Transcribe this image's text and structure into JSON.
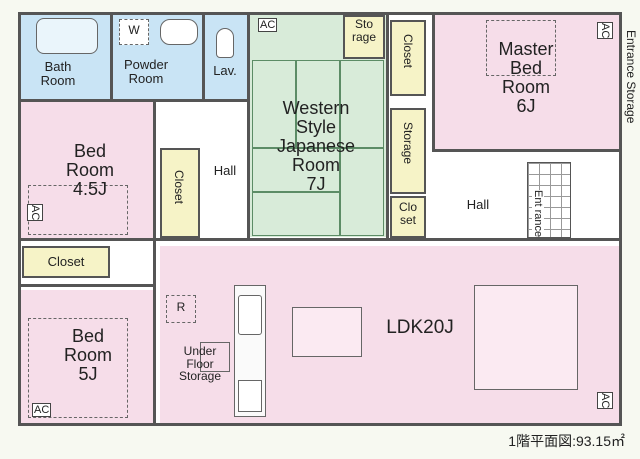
{
  "plan": {
    "rooms": {
      "bath": "Bath\nRoom",
      "powder": "Powder\nRoom",
      "lav": "Lav.",
      "washer": "W",
      "western_japanese": "Western\nStyle\nJapanese\nRoom\n7J",
      "storage_top": "Sto\nrage",
      "closet_top": "Closet",
      "master": "Master\nBed\nRoom\n6J",
      "entrance_storage": "Entrance Storage",
      "bed_45": "Bed\nRoom\n4.5J",
      "closet_mid": "Closet",
      "hall_left": "Hall",
      "storage_mid": "Storage",
      "closet_small": "Clo\nset",
      "hall_right": "Hall",
      "entrance": "Ent\nrance",
      "closet_bottom": "Closet",
      "bed_5": "Bed\nRoom\n5J",
      "underfloor": "Under\nFloor\nStorage",
      "ldk": "LDK20J",
      "ref_mark": "R"
    },
    "ac_label": "AC",
    "caption": "1階平面図:93.15㎡"
  }
}
